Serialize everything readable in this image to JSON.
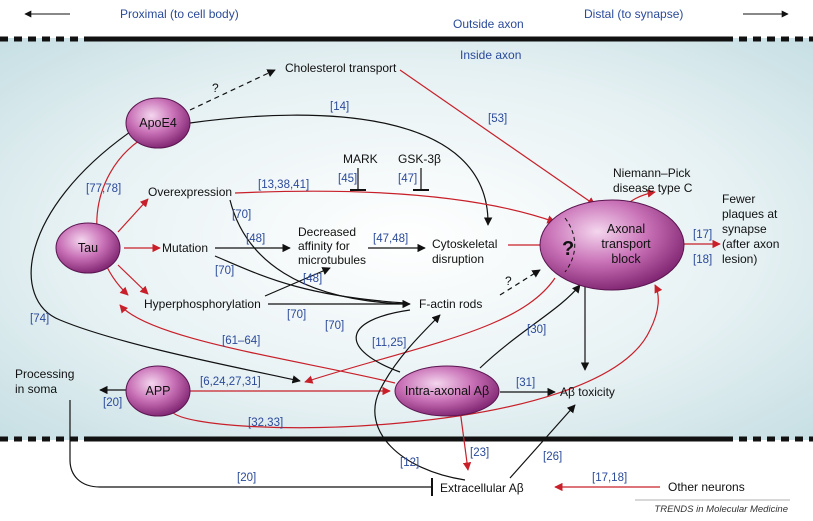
{
  "header": {
    "proximal": "Proximal (to cell body)",
    "distal": "Distal (to synapse)",
    "outside_axon": "Outside axon",
    "inside_axon": "Inside axon"
  },
  "nodes": {
    "apoe4": "ApoE4",
    "tau": "Tau",
    "app": "APP",
    "intra_axonal": "Intra-axonal Aβ",
    "axonal_block_l1": "Axonal",
    "axonal_block_l2": "transport",
    "axonal_block_l3": "block",
    "question": "?"
  },
  "labels": {
    "cholesterol_transport": "Cholesterol transport",
    "overexpression": "Overexpression",
    "mutation": "Mutation",
    "hyperphosphorylation": "Hyperphosphorylation",
    "decreased_l1": "Decreased",
    "decreased_l2": "affinity for",
    "decreased_l3": "microtubules",
    "cytoskeletal_l1": "Cytoskeletal",
    "cytoskeletal_l2": "disruption",
    "factin": "F-actin rods",
    "mark": "MARK",
    "gsk": "GSK-3β",
    "niemann_l1": "Niemann–Pick",
    "niemann_l2": "disease type C",
    "fewer_l1": "Fewer",
    "fewer_l2": "plaques at",
    "fewer_l3": "synapse",
    "fewer_l4": "(after axon",
    "fewer_l5": "lesion)",
    "abeta_toxicity": "Aβ toxicity",
    "processing_l1": "Processing",
    "processing_l2": "in soma",
    "extracellular": "Extracellular Aβ",
    "other_neurons": "Other neurons",
    "q_apoe": "?",
    "q_factin": "?"
  },
  "refs": {
    "r14": "[14]",
    "r53": "[53]",
    "r77": "[77,78]",
    "r13": "[13,38,41]",
    "r45": "[45]",
    "r47": "[47]",
    "r70a": "[70]",
    "r48a": "[48]",
    "r47_48": "[47,48]",
    "r70b": "[70]",
    "r48b": "[48]",
    "r70c": "[70]",
    "r74": "[74]",
    "r61": "[61–64]",
    "r70d": "[70]",
    "r11": "[11,25]",
    "r30": "[30]",
    "r17a": "[17]",
    "r18": "[18]",
    "r6": "[6,24,27,31]",
    "r31": "[31]",
    "r20a": "[20]",
    "r32": "[32,33]",
    "r12": "[12]",
    "r23": "[23]",
    "r26": "[26]",
    "r20b": "[20]",
    "r17b": "[17,18]"
  },
  "credit": "TRENDS in Molecular Medicine",
  "colors": {
    "red_arrow": "#c8202a",
    "black_arrow": "#111111",
    "ref_blue": "#2b4a9a",
    "node_purple": "#8e2a80",
    "background_teal": "#dcecef"
  }
}
